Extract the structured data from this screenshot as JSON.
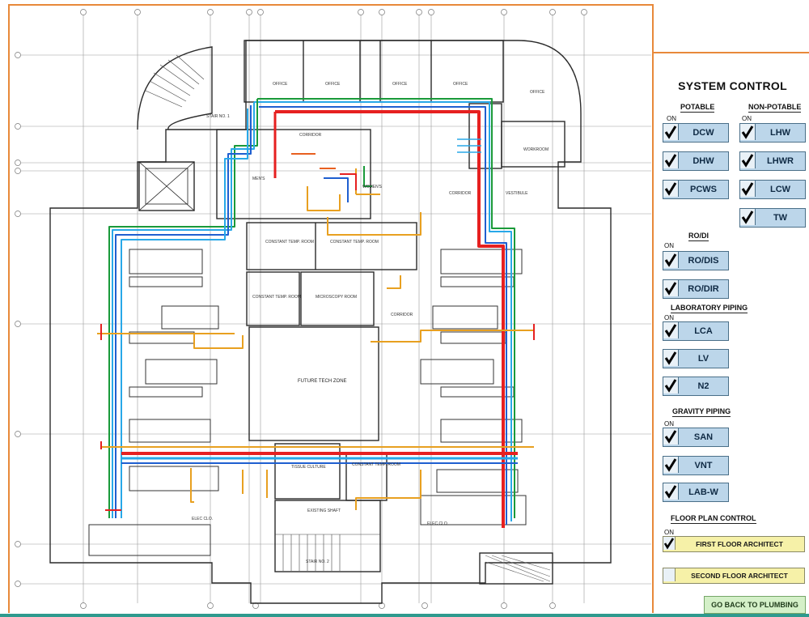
{
  "panel": {
    "title": "SYSTEM CONTROL",
    "on_label": "ON",
    "groups": {
      "potable": {
        "heading": "POTABLE",
        "items": [
          {
            "label": "DCW",
            "checked": true
          },
          {
            "label": "DHW",
            "checked": true
          },
          {
            "label": "PCWS",
            "checked": true
          }
        ]
      },
      "non_potable": {
        "heading": "NON-POTABLE",
        "items": [
          {
            "label": "LHW",
            "checked": true
          },
          {
            "label": "LHWR",
            "checked": true
          },
          {
            "label": "LCW",
            "checked": true
          },
          {
            "label": "TW",
            "checked": true
          }
        ]
      },
      "ro_di": {
        "heading": "RO/DI",
        "items": [
          {
            "label": "RO/DIS",
            "checked": true
          },
          {
            "label": "RO/DIR",
            "checked": true
          }
        ]
      },
      "laboratory": {
        "heading": "LABORATORY PIPING",
        "items": [
          {
            "label": "LCA",
            "checked": true
          },
          {
            "label": "LV",
            "checked": true
          },
          {
            "label": "N2",
            "checked": true
          }
        ]
      },
      "gravity": {
        "heading": "GRAVITY PIPING",
        "items": [
          {
            "label": "SAN",
            "checked": true
          },
          {
            "label": "VNT",
            "checked": true
          },
          {
            "label": "LAB-W",
            "checked": true
          }
        ]
      },
      "floor_plan": {
        "heading": "FLOOR PLAN CONTROL",
        "items": [
          {
            "label": "FIRST FLOOR ARCHITECT",
            "checked": true
          },
          {
            "label": "SECOND FLOOR ARCHITECT",
            "checked": false
          }
        ]
      }
    },
    "go_back": "GO BACK TO PLUMBING"
  },
  "plan": {
    "rooms": {
      "office": "OFFICE",
      "stair1": "STAIR NO. 1",
      "corridor": "CORRIDOR",
      "workroom": "WORKROOM",
      "vestibule": "VESTIBULE",
      "mens": "MEN'S",
      "womens": "WOMEN'S",
      "constant_temp": "CONSTANT TEMP. ROOM",
      "microscopy": "MICROSCOPY ROOM",
      "future": "FUTURE TECH ZONE",
      "tissue": "TISSUE CULTURE",
      "elec": "ELEC CLO.",
      "shaft": "EXISTING SHAFT",
      "stair2": "STAIR NO. 2"
    }
  },
  "colors": {
    "accent_frame": "#e8893a",
    "toggle_fill": "#bcd6ea",
    "floor_toggle_fill": "#f6f1a8",
    "goback_fill": "#d4f0c8",
    "pipe_red": "#e62020",
    "pipe_blue": "#1f5fd0",
    "pipe_cyan": "#28a8e8",
    "pipe_green": "#1a9a3a",
    "pipe_orange": "#e8a020"
  }
}
